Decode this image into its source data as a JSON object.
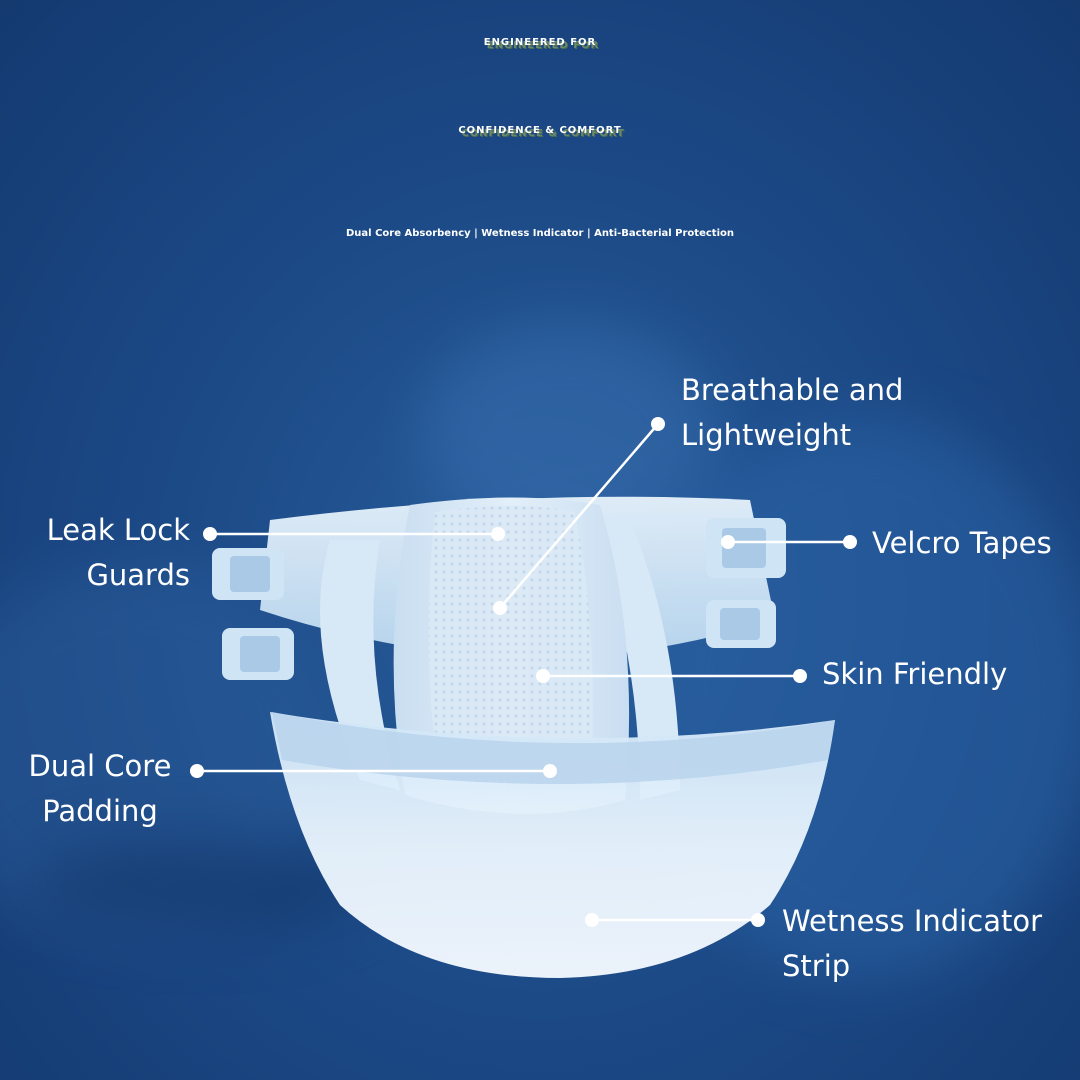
{
  "headline": {
    "line1": "ENGINEERED FOR",
    "line2": "CONFIDENCE & COMFORT"
  },
  "subheadline": "Dual Core Absorbency | Wetness Indicator | Anti-Bacterial Protection",
  "callouts": {
    "breathable": {
      "line1": "Breathable and",
      "line2": "Lightweight"
    },
    "leak_lock": {
      "line1": "Leak Lock",
      "line2": "Guards"
    },
    "velcro": {
      "line1": "Velcro Tapes"
    },
    "skin": {
      "line1": "Skin Friendly"
    },
    "dual_core": {
      "line1": "Dual Core",
      "line2": "Padding"
    },
    "wetness": {
      "line1": "Wetness Indicator",
      "line2": "Strip"
    }
  },
  "colors": {
    "background": "#1f4f8c",
    "text": "#ffffff",
    "title_shadow": "#6b8a6a",
    "product": "#dceefa"
  }
}
